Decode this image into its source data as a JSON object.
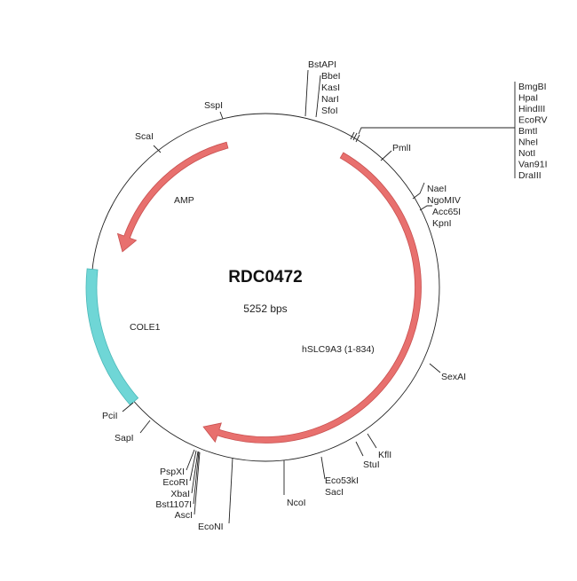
{
  "plasmid": {
    "name": "RDC0472",
    "size": "5252 bps"
  },
  "colors": {
    "cds": "#e8706e",
    "cds_stroke": "#c85050",
    "ori": "#6fd6d6",
    "backbone": "#222222"
  },
  "features": [
    {
      "label": "AMP",
      "type": "cds",
      "direction": "reverse"
    },
    {
      "label": "hSLC9A3 (1-834)",
      "type": "cds",
      "direction": "forward"
    },
    {
      "label": "COLE1",
      "type": "rep_origin"
    }
  ],
  "sites": {
    "bstapi": "BstAPI",
    "group_top": [
      "BbeI",
      "KasI",
      "NarI",
      "SfoI"
    ],
    "group_right": [
      "BmgBI",
      "HpaI",
      "HindIII",
      "EcoRV",
      "BmtI",
      "NheI",
      "NotI",
      "Van91I",
      "DraIII"
    ],
    "pmll": "PmlI",
    "group_nae": [
      "NaeI",
      "NgoMIV"
    ],
    "group_kpn": [
      "Acc65I",
      "KpnI"
    ],
    "sexai": "SexAI",
    "kfli": "KflI",
    "stui": "StuI",
    "group_sac": [
      "Eco53kI",
      "SacI"
    ],
    "ncoi": "NcoI",
    "econi": "EcoNI",
    "group_eco": [
      "PspXI",
      "EcoRI",
      "XbaI",
      "Bst1107I",
      "AscI"
    ],
    "sapi": "SapI",
    "pcii": "PciI",
    "scai": "ScaI",
    "sspi": "SspI"
  }
}
